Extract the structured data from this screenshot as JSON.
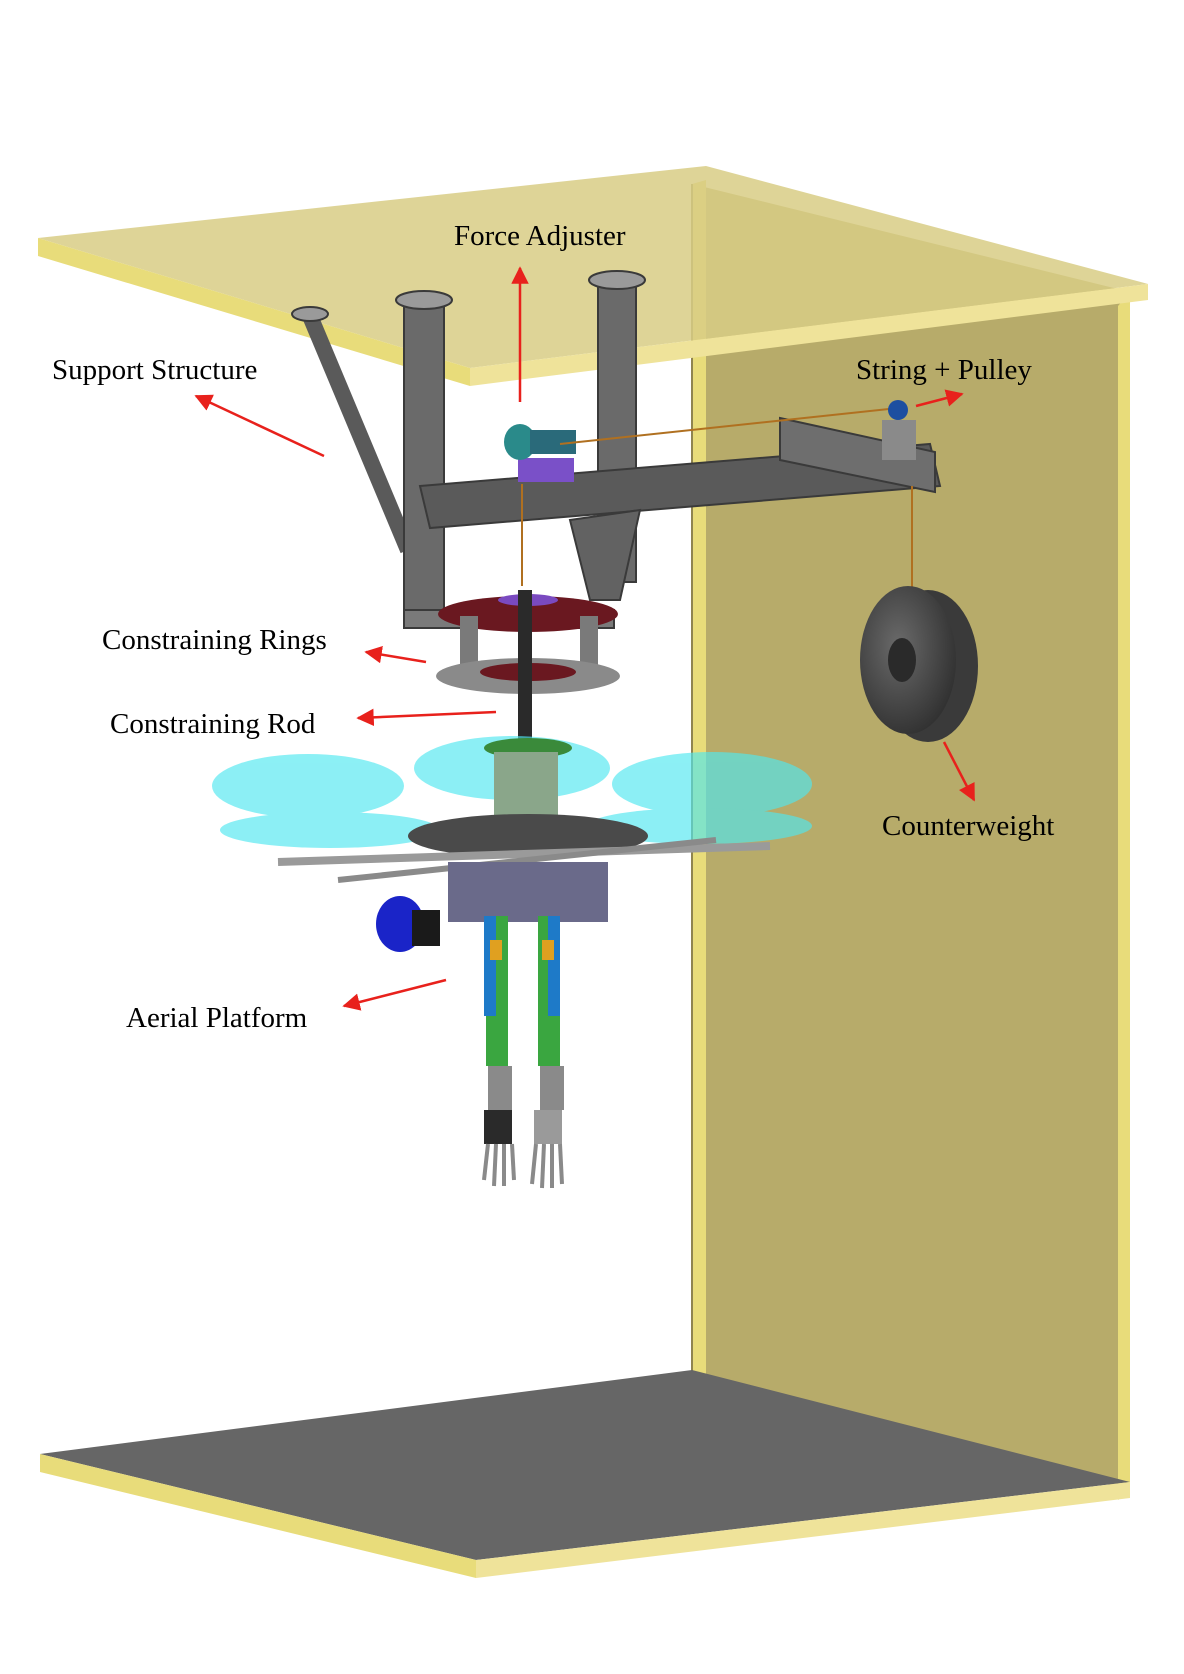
{
  "labels": {
    "force_adjuster": "Force Adjuster",
    "support_structure": "Support Structure",
    "string_pulley": "String + Pulley",
    "constraining_rings": "Constraining Rings",
    "constraining_rod": "Constraining Rod",
    "counterweight": "Counterweight",
    "aerial_platform": "Aerial Platform"
  },
  "colors": {
    "background": "#ffffff",
    "enclosure_panel": "#c9bf72",
    "enclosure_edge": "#e8dc7a",
    "floor": "#666666",
    "frame": "#5a5a5a",
    "ring": "#7a1f22",
    "propeller": "#4fe8f0",
    "arrow": "#e8211c",
    "robot_green": "#3aa640",
    "counterweight": "#4a4a4a"
  }
}
